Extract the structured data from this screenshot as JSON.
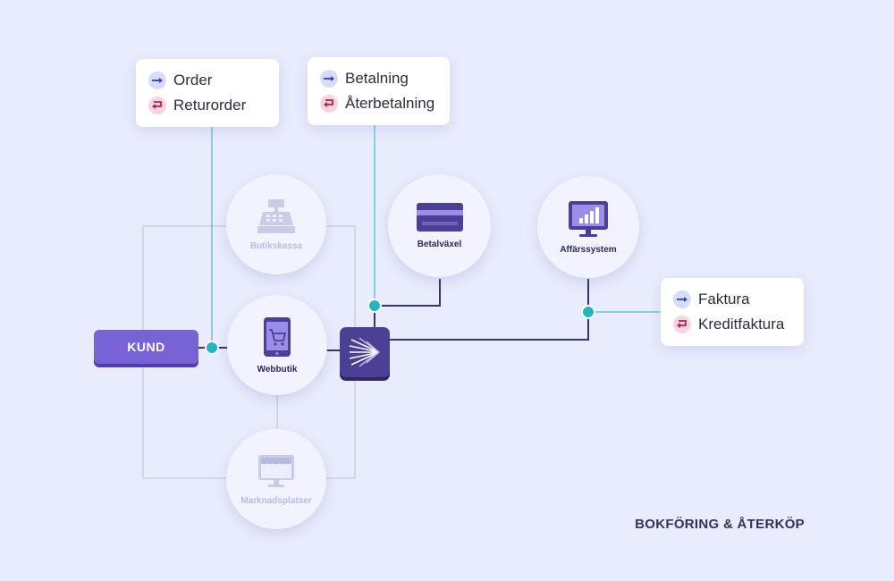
{
  "footer": {
    "title": "BOKFÖRING & ÅTERKÖP"
  },
  "customer": {
    "label": "KUND"
  },
  "nodes": {
    "butikskassa": "Butikskassa",
    "webbutik": "Webbutik",
    "marknadsplatser": "Marknadsplatser",
    "betalvaxel": "Betalväxel",
    "affarssystem": "Affärssystem"
  },
  "legends": {
    "order": {
      "forward": "Order",
      "return": "Returorder"
    },
    "payment": {
      "forward": "Betalning",
      "return": "Återbetalning"
    },
    "invoice": {
      "forward": "Faktura",
      "return": "Kreditfaktura"
    }
  },
  "colors": {
    "background": "#e9ecfd",
    "accent": "#7762d6",
    "hub": "#4b3f96",
    "active_line": "#3b336f",
    "faded_line": "#d4d4ea",
    "connector": "#24b5c4"
  },
  "icons": {
    "hub": "logo-arrows-icon",
    "butikskassa": "cash-register-icon",
    "webbutik": "tablet-cart-icon",
    "marknadsplatser": "storefront-icon",
    "betalvaxel": "credit-card-icon",
    "affarssystem": "monitor-chart-icon"
  }
}
